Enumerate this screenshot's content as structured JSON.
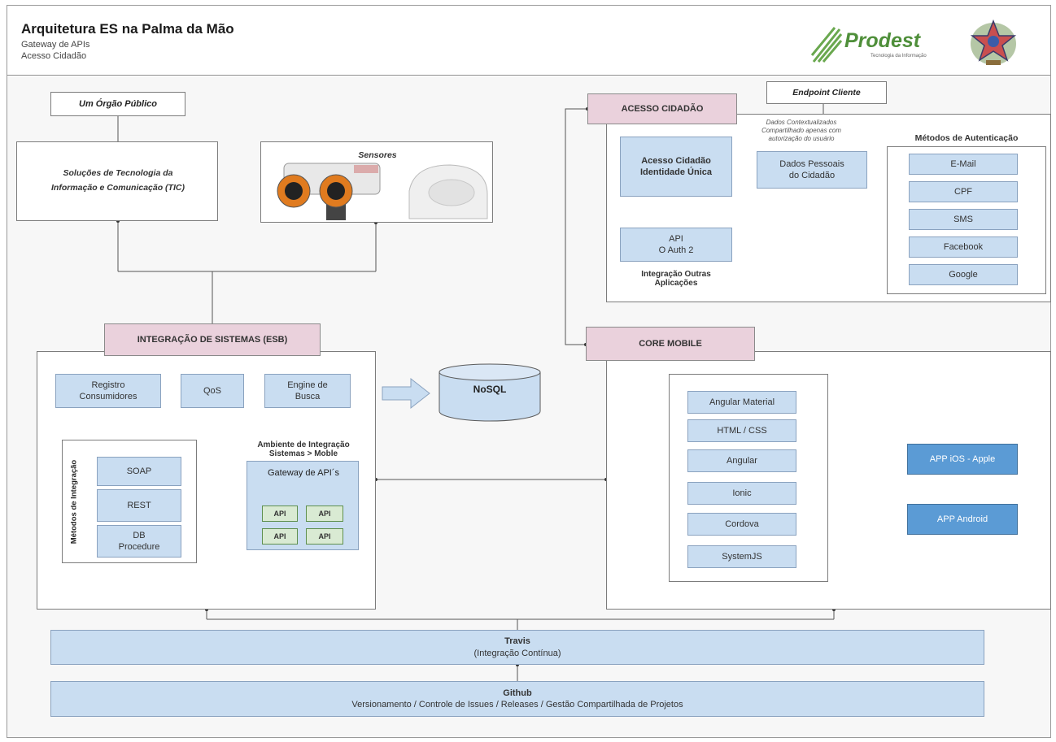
{
  "header": {
    "title": "Arquitetura ES na Palma da Mão",
    "subtitle1": "Gateway de APIs",
    "subtitle2": "Acesso Cidadão",
    "logo_name": "Prodest",
    "logo_tagline": "Tecnologia da Informação"
  },
  "left": {
    "orgao": "Um Órgão Público",
    "tic_line1": "Soluções de Tecnologia da",
    "tic_line2": "Informação e Comunicação (TIC)",
    "sensores": "Sensores"
  },
  "esb": {
    "title": "INTEGRAÇÃO DE SISTEMAS (ESB)",
    "registro_l1": "Registro",
    "registro_l2": "Consumidores",
    "qos": "QoS",
    "engine_l1": "Engine de",
    "engine_l2": "Busca",
    "nosql": "NoSQL",
    "metodos_vertical": "Métodos de Integração",
    "soap": "SOAP",
    "rest": "REST",
    "db_l1": "DB",
    "db_l2": "Procedure",
    "ambiente_l1": "Ambiente de Integração",
    "ambiente_l2": "Sistemas > Moble",
    "gateway": "Gateway de API´s",
    "api": "API"
  },
  "acesso": {
    "endpoint": "Endpoint Cliente",
    "title": "ACESSO CIDADÃO",
    "dados_ctx_l1": "Dados Contextualizados",
    "dados_ctx_l2": "Compartilhado apenas com",
    "dados_ctx_l3": "autorização do usuário",
    "metodos_auth": "Métodos de Autenticação",
    "identidade_l1": "Acesso Cidadão",
    "identidade_l2": "Identidade Única",
    "dados_pessoais_l1": "Dados Pessoais",
    "dados_pessoais_l2": "do Cidadão",
    "api_l1": "API",
    "api_l2": "O Auth 2",
    "integracao_l1": "Integração Outras",
    "integracao_l2": "Aplicações",
    "auth_methods": [
      "E-Mail",
      "CPF",
      "SMS",
      "Facebook",
      "Google"
    ]
  },
  "core": {
    "title": "CORE MOBILE",
    "stack": [
      "Angular Material",
      "HTML / CSS",
      "Angular",
      "Ionic",
      "Cordova",
      "SystemJS"
    ],
    "ios": "APP iOS - Apple",
    "android": "APP Android"
  },
  "bottom": {
    "travis_l1": "Travis",
    "travis_l2": "(Integração Contínua)",
    "github_l1": "Github",
    "github_l2": "Versionamento / Controle de Issues / Releases / Gestão Compartilhada de Projetos"
  }
}
